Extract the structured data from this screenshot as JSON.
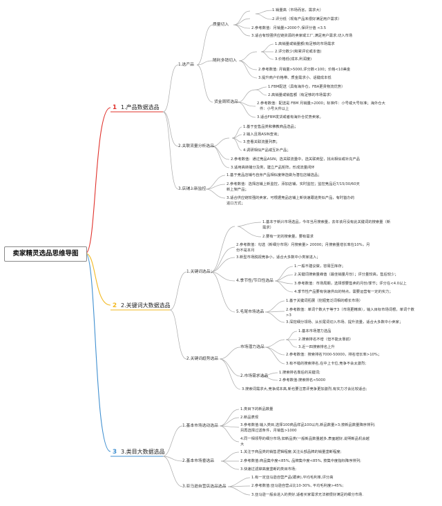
{
  "title": "卖家精灵选品思维导图",
  "colors": {
    "red": "#e0302a",
    "yellow": "#f2b81f",
    "blue": "#3f8fd0",
    "line": "#999999"
  },
  "branch1": {
    "num": "1",
    "label": "1.产品数据选品",
    "sub1": {
      "label": "1.选产品",
      "g1": {
        "label": "质量切入",
        "i1": "1.销量高（市场而言，需求大）",
        "i2": "2.评分低（现有产品未很好满足用户需求）",
        "i3": "2.参考数值：月销量>2000个,保评分值 <3.5",
        "i4": "3.适合有较强供应链资源的卖家或工厂,满足用户需求,切入市场"
      },
      "g2": {
        "label": "随利多销切入",
        "i1": "1.高销量或销量额(有足够的市场需求",
        "i2": "2.评分数少(和累评论或本值)",
        "i3": "3.价格低(成本,利润度)",
        "i4": "2.参考数值: 月销量>5000,评分数<100；价格<10美金",
        "i5": "3.提升商户价格带、质金需求小、话键成本低"
      },
      "g3": {
        "label": "货金周转选品",
        "i1": "1.FBM配送（具有海外仓，FBA更贵物流优势）",
        "i2": "2.高销量或销售额（有足够的市场需求）",
        "i3": "2.参考数值：配送是 FBM 月销量>2000；标准件：小号或大号标准；海外仓大",
        "i3b": "件：小号大件以上",
        "i4": "3.适合FBM发货或者有海外仓优势卖家。"
      }
    },
    "sub2": {
      "label": "2.关联流量分析选品",
      "i1": "1.基于亚售品类和佛教商品选品；",
      "i2": "2.输入且扬ASIN查询；",
      "i3": "3.查看关联流量列表；",
      "i4": "4.调研相似产品或互补产品；",
      "i5": "2.参考数值：通过竞品ASIN；选关联流量中，选关联商型，找出相似或补充产品",
      "i6": "3.适用高转播分及类，建立产品矩阵，形成流量闭环"
    },
    "sub3": {
      "label": "3.店铺上新监控",
      "i1": "1.基于竞品店铺与自身产品相似度筛选做为潜在店铺选品；",
      "i2": "2.参考数值：选择店铺上新监控，添加店铺，实时监控；监控竞品近7/15/30/60天",
      "i2b": "新上架产品；",
      "i3": "3.适合供应链较强的卖家，可根据竞品店铺上新快速跟进类似产品，有时首办的",
      "i3b": "进口方式；"
    }
  },
  "branch2": {
    "num": "2",
    "label": "2.关键词大数据选品",
    "sub1": {
      "label": "1.关键词选品；",
      "i1": "1.基本于新兴市场选品，今年当月搜索量，去年该月没有此关键词的搜索量（新",
      "i1b": "需求）",
      "i2": "2.要有一定的搜索量，要有需求",
      "i3": "2.参考数值：勾选（新细分市场）月搜索量> 20000；月搜索量增长率在10%，月",
      "i3b": "份不是本月",
      "i4": "3.新型市场脱视竞争小，适合大多数中小类家进入；",
      "g1": {
        "label": "4.季节性/节日性选品",
        "i1": "1.一般不建议做，容易压库存；",
        "i2": "2.关键词搜索量峰值（最佳销量月份）；评分量较高，售后较少；",
        "i3": "3.参考数值：市场周期，选择想要售卖的月份/季节；评分在<4.0以上",
        "i4": "4.季节性产品要有快速供出的特点，需要运营有一定的实力；"
      },
      "g2": {
        "label": "5.毛尾市场选品",
        "i1": "1.基于关键词拓展（挖掘宽泛词相的眼长市场）",
        "i2": "2.参考数值：单词个数大于等于3（市场更精准），输入目标市场词根，单词个数",
        "i2b": ">3",
        "i3": "3.深挖细分领场、从长尾词切入市场、提升流量，适合大多数中小卖家；"
      }
    },
    "sub2": {
      "label": "2.关键词趋势选品",
      "g1": {
        "label": "市场潜力选品",
        "i1": "1.基本市场潜力选品",
        "i2": "2.搜索排名不增（但不能太靠前）",
        "i3": "3.近一四搜索排名上升",
        "i4": "2.参考数值：搜索排名7000-50000，排名增长率>10%；",
        "i5": "3.有不错的搜索排名,在中上卡位,竞争不会太激烈;"
      },
      "g2": {
        "label": "2.市场需求选品",
        "i1": "1.搜索排名靠后的关键词;",
        "i2": "2.参考数值:搜索排名<5000"
      },
      "i3": "3.搜索词需求大,竞争成本高,新也要注意评竞争更加激烈,有实力才会比较适合;"
    }
  },
  "branch3": {
    "num": "3",
    "label": "3.类目大数据选品",
    "sub1": {
      "label": "1.基本市场选动选品",
      "i1": "1.类目下的新品数量",
      "i2": "2.新品表现",
      "i3": "3.参考数值:输入类目,选择100商品样品100以内,新品数量>3;按新品数量降序排列;",
      "i3b": "另再选择过滤条件，月销售>1000",
      "i4": "4.同一相领导的细分市场,如新品类(一般新品数量越多,表面越好,说明新品机会越",
      "i4b": "大"
    },
    "sub2": {
      "label": "2.基本市场垂选品",
      "i1": "1.关注于商品类的销售逻辑程度;关注头部品牌的销量垄断程度;",
      "i2": "2.参考数值:商品集中度<85%, 品牌集中度<85%, 按集中度指标降序排列;",
      "i3": "3.快速过滤掉高度垄断的类目市场;"
    },
    "sub3": {
      "label": "3.亚马逊自营店选品选品",
      "i1": "1.有一定亚马逊自营产品(跟卖),平均毛利率,评分高",
      "i2": "2.参考数值:亚马逊自营占比10-30%, 平均毛利度>45%;",
      "i3": "3.亚马逊一般会进入的类好,适者买家需求无法被很好满足的细分市场."
    }
  }
}
